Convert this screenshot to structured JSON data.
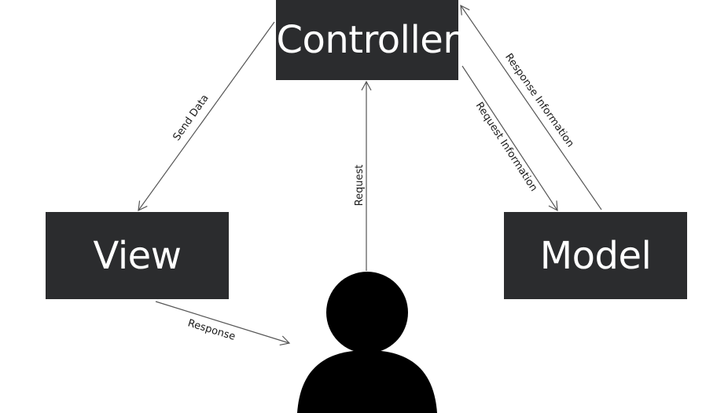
{
  "nodes": {
    "controller": "Controller",
    "view": "View",
    "model": "Model"
  },
  "edges": {
    "send_data": "Send Data",
    "request": "Request",
    "request_information": "Request Information",
    "response_information": "Response Information",
    "response": "Response"
  },
  "colors": {
    "node_fill": "#2b2c2e",
    "node_text": "#ffffff",
    "user_icon": "#000000",
    "arrow": "#555555"
  },
  "icons": {
    "user": "person-icon"
  }
}
